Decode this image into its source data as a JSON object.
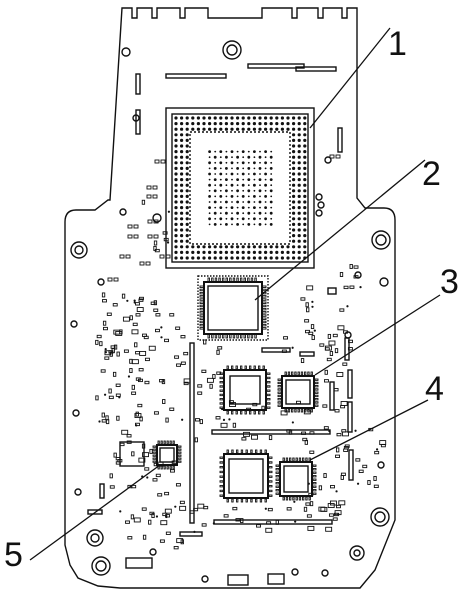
{
  "diagram": {
    "callouts": [
      {
        "id": "1",
        "label": "1"
      },
      {
        "id": "2",
        "label": "2"
      },
      {
        "id": "3",
        "label": "3"
      },
      {
        "id": "4",
        "label": "4"
      },
      {
        "id": "5",
        "label": "5"
      }
    ]
  },
  "colors": {
    "stroke": "#111111",
    "background": "#ffffff"
  }
}
